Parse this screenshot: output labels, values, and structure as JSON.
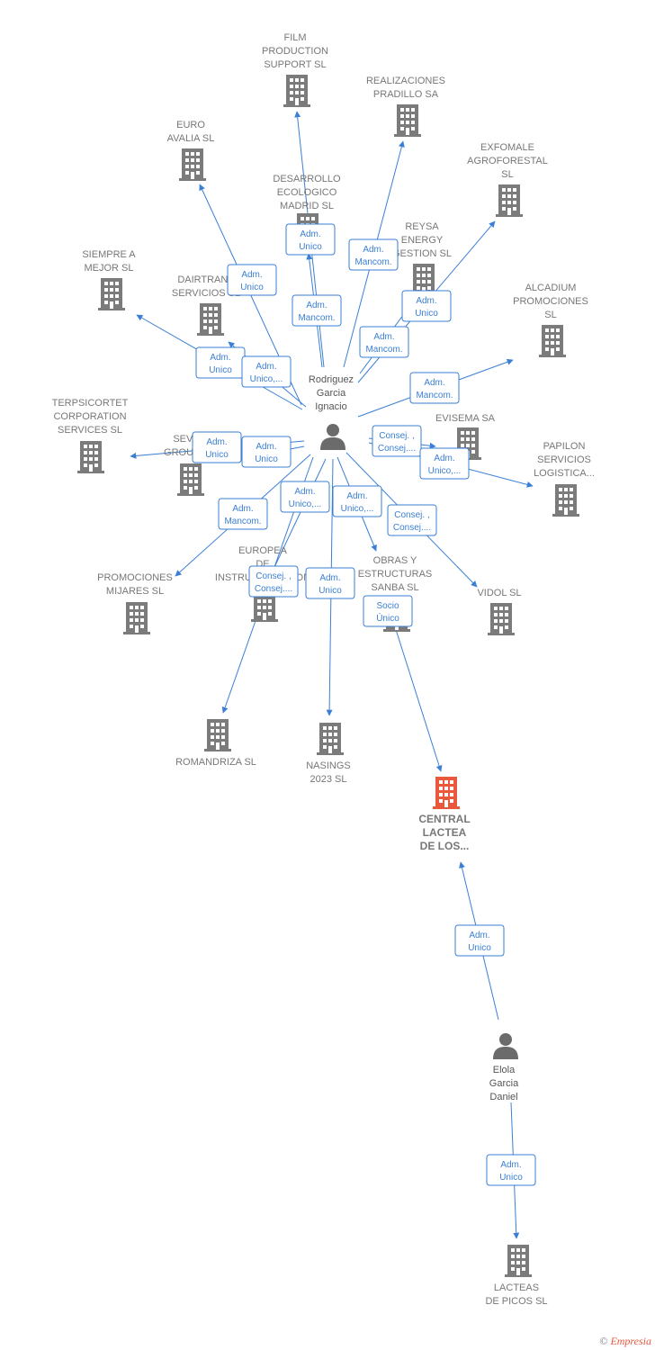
{
  "colors": {
    "edge": "#3a7fd5",
    "company": "#7b7b7b",
    "company_main": "#e8593c",
    "person": "#6b6b6b"
  },
  "persons": [
    {
      "id": "p1",
      "lines": [
        "Rodriguez",
        "Garcia",
        "Ignacio"
      ]
    },
    {
      "id": "p2",
      "lines": [
        "Elola",
        "Garcia",
        "Daniel"
      ]
    }
  ],
  "companies": [
    {
      "id": "c_film",
      "lines": [
        "FILM",
        "PRODUCTION",
        "SUPPORT  SL"
      ]
    },
    {
      "id": "c_real",
      "lines": [
        "REALIZACIONES",
        "PRADILLO SA"
      ]
    },
    {
      "id": "c_euro",
      "lines": [
        "EURO",
        "AVALIA  SL"
      ]
    },
    {
      "id": "c_exfo",
      "lines": [
        "EXFOMALE",
        "AGROFORESTAL",
        "SL"
      ]
    },
    {
      "id": "c_desa",
      "lines": [
        "DESARROLLO",
        "ECOLOGICO",
        "MADRID  SL"
      ]
    },
    {
      "id": "c_reysa",
      "lines": [
        "REYSA",
        "ENERGY",
        "GESTION  SL"
      ]
    },
    {
      "id": "c_siem",
      "lines": [
        "SIEMPRE A",
        "MEJOR SL"
      ]
    },
    {
      "id": "c_dair",
      "lines": [
        "DAIRTRANS",
        "SERVICIOS SL"
      ]
    },
    {
      "id": "c_alca",
      "lines": [
        "ALCADIUM",
        "PROMOCIONES",
        "SL"
      ]
    },
    {
      "id": "c_terp",
      "lines": [
        "TERPSICORTET",
        "CORPORATION",
        "SERVICES  SL"
      ]
    },
    {
      "id": "c_evis",
      "lines": [
        "EVISEMA SA"
      ]
    },
    {
      "id": "c_seve",
      "lines": [
        "SEVE",
        "GROUP A"
      ]
    },
    {
      "id": "c_papi",
      "lines": [
        "PAPILON",
        "SERVICIOS",
        "LOGISTICA..."
      ]
    },
    {
      "id": "c_euro2",
      "lines": [
        "EUROPEA",
        "DE",
        "INSTRUMENTACION"
      ]
    },
    {
      "id": "c_obras",
      "lines": [
        "OBRAS Y",
        "ESTRUCTURAS",
        "SANBA  SL"
      ]
    },
    {
      "id": "c_prom",
      "lines": [
        "PROMOCIONES",
        "MIJARES SL"
      ]
    },
    {
      "id": "c_vidol",
      "lines": [
        "VIDOL SL"
      ]
    },
    {
      "id": "c_roman",
      "lines": [
        "ROMANDRIZA SL"
      ]
    },
    {
      "id": "c_nas",
      "lines": [
        "NASINGS",
        "2023  SL"
      ]
    },
    {
      "id": "c_central",
      "lines": [
        "CENTRAL",
        "LACTEA",
        "DE LOS..."
      ],
      "main": true
    },
    {
      "id": "c_lacteas",
      "lines": [
        "LACTEAS",
        "DE PICOS  SL"
      ]
    }
  ],
  "edges": [
    {
      "id": "e_film",
      "lines": [
        "Adm.",
        "Unico"
      ]
    },
    {
      "id": "e_desa",
      "lines": [
        "Adm.",
        "Mancom."
      ]
    },
    {
      "id": "e_real",
      "lines": [
        "Adm.",
        "Mancom."
      ]
    },
    {
      "id": "e_euro",
      "lines": [
        "Adm.",
        "Unico"
      ]
    },
    {
      "id": "e_exfo",
      "lines": [
        "Adm.",
        "Unico"
      ]
    },
    {
      "id": "e_reysa",
      "lines": [
        "Adm.",
        "Mancom."
      ]
    },
    {
      "id": "e_siem",
      "lines": [
        "Adm.",
        "Unico"
      ]
    },
    {
      "id": "e_dair",
      "lines": [
        "Adm.",
        "Unico,..."
      ]
    },
    {
      "id": "e_alca",
      "lines": [
        "Adm.",
        "Mancom."
      ]
    },
    {
      "id": "e_terp",
      "lines": [
        "Adm.",
        "Unico"
      ]
    },
    {
      "id": "e_seve",
      "lines": [
        "Adm.",
        "Unico"
      ]
    },
    {
      "id": "e_evis",
      "lines": [
        "Consej. ,",
        "Consej...."
      ]
    },
    {
      "id": "e_papi",
      "lines": [
        "Adm.",
        "Unico,..."
      ]
    },
    {
      "id": "e_prom",
      "lines": [
        "Adm.",
        "Mancom."
      ]
    },
    {
      "id": "e_roman",
      "lines": [
        "Adm.",
        "Unico,..."
      ]
    },
    {
      "id": "e_obras",
      "lines": [
        "Adm.",
        "Unico,..."
      ]
    },
    {
      "id": "e_vidol",
      "lines": [
        "Consej. ,",
        "Consej...."
      ]
    },
    {
      "id": "e_euro2",
      "lines": [
        "Consej. ,",
        "Consej...."
      ]
    },
    {
      "id": "e_nas",
      "lines": [
        "Adm.",
        "Unico"
      ]
    },
    {
      "id": "e_central",
      "lines": [
        "Socio",
        "Único"
      ]
    },
    {
      "id": "e_elola_central",
      "lines": [
        "Adm.",
        "Unico"
      ]
    },
    {
      "id": "e_elola_lacteas",
      "lines": [
        "Adm.",
        "Unico"
      ]
    }
  ],
  "footer": {
    "copyright": "©",
    "brand": "Empresia"
  }
}
